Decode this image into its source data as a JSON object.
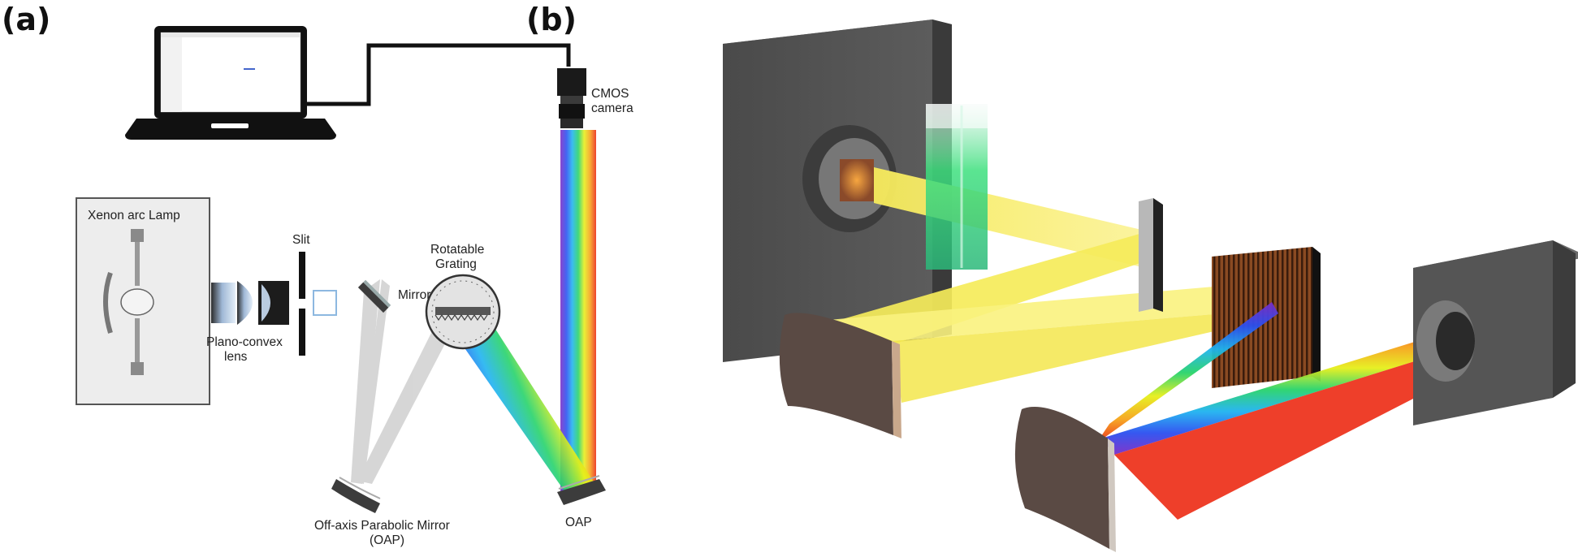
{
  "panel_a": {
    "label": "(a)",
    "components": {
      "camera": [
        "CMOS",
        "camera"
      ],
      "lamp": "Xenon arc Lamp",
      "slit": "Slit",
      "mirror": "Mirror",
      "grating": [
        "Rotatable",
        "Grating"
      ],
      "lens": [
        "Plano-convex",
        "lens"
      ],
      "oap_left": [
        "Off-axis Parabolic Mirror",
        "(OAP)"
      ],
      "oap_right": "OAP"
    },
    "colors": {
      "beam_gray": "#c8c8c8",
      "housing": "#ededed",
      "mirror_dark": "#3c3c3c"
    }
  },
  "panel_b": {
    "label": "(b)",
    "colors": {
      "housing": "#545454",
      "yellow_beam": "#f8f060",
      "cuvette_fluid": "#35e07a",
      "dispersed_red": "#ee1a10"
    }
  },
  "spectrum": [
    "#7a2cc7",
    "#2b4ff0",
    "#1fb3f0",
    "#27d36b",
    "#e6ef1a",
    "#f6a11a",
    "#ec2a13"
  ]
}
